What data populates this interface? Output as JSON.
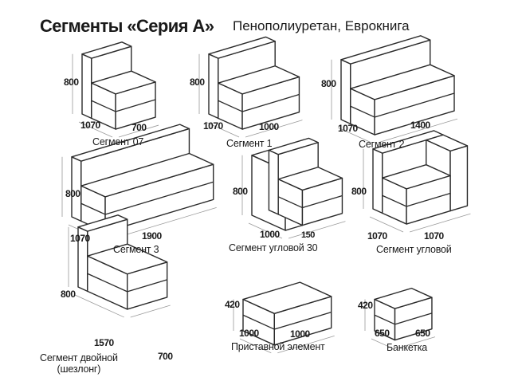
{
  "header": {
    "title": "Сегменты «Серия А»",
    "subtitle": "Пенополиуретан, Еврокнига"
  },
  "segments": [
    {
      "name": "Сегмент 07",
      "height": "800",
      "depth": "1070",
      "width": "700"
    },
    {
      "name": "Сегмент 1",
      "height": "800",
      "depth": "1070",
      "width": "1000"
    },
    {
      "name": "Сегмент 2",
      "height": "800",
      "depth": "1070",
      "width": "1400"
    },
    {
      "name": "Сегмент 3",
      "height": "800",
      "depth": "1070",
      "width": "1900"
    },
    {
      "name": "Сегмент угловой 30",
      "height": "800",
      "width": "1000",
      "extra": "150"
    },
    {
      "name": "Сегмент угловой",
      "height": "800",
      "depth": "1070",
      "width": "1070"
    },
    {
      "name_line1": "Сегмент двойной",
      "name_line2": "(шезлонг)",
      "height": "800",
      "depth": "1570",
      "width": "700"
    },
    {
      "name": "Приставной элемент",
      "height": "420",
      "depth": "1000",
      "width": "1000"
    },
    {
      "name": "Банкетка",
      "height": "420",
      "depth": "650",
      "width": "650"
    }
  ],
  "colors": {
    "line": "#2a2a2a",
    "dimension": "#9a9a9a",
    "fill": "#ffffff"
  }
}
